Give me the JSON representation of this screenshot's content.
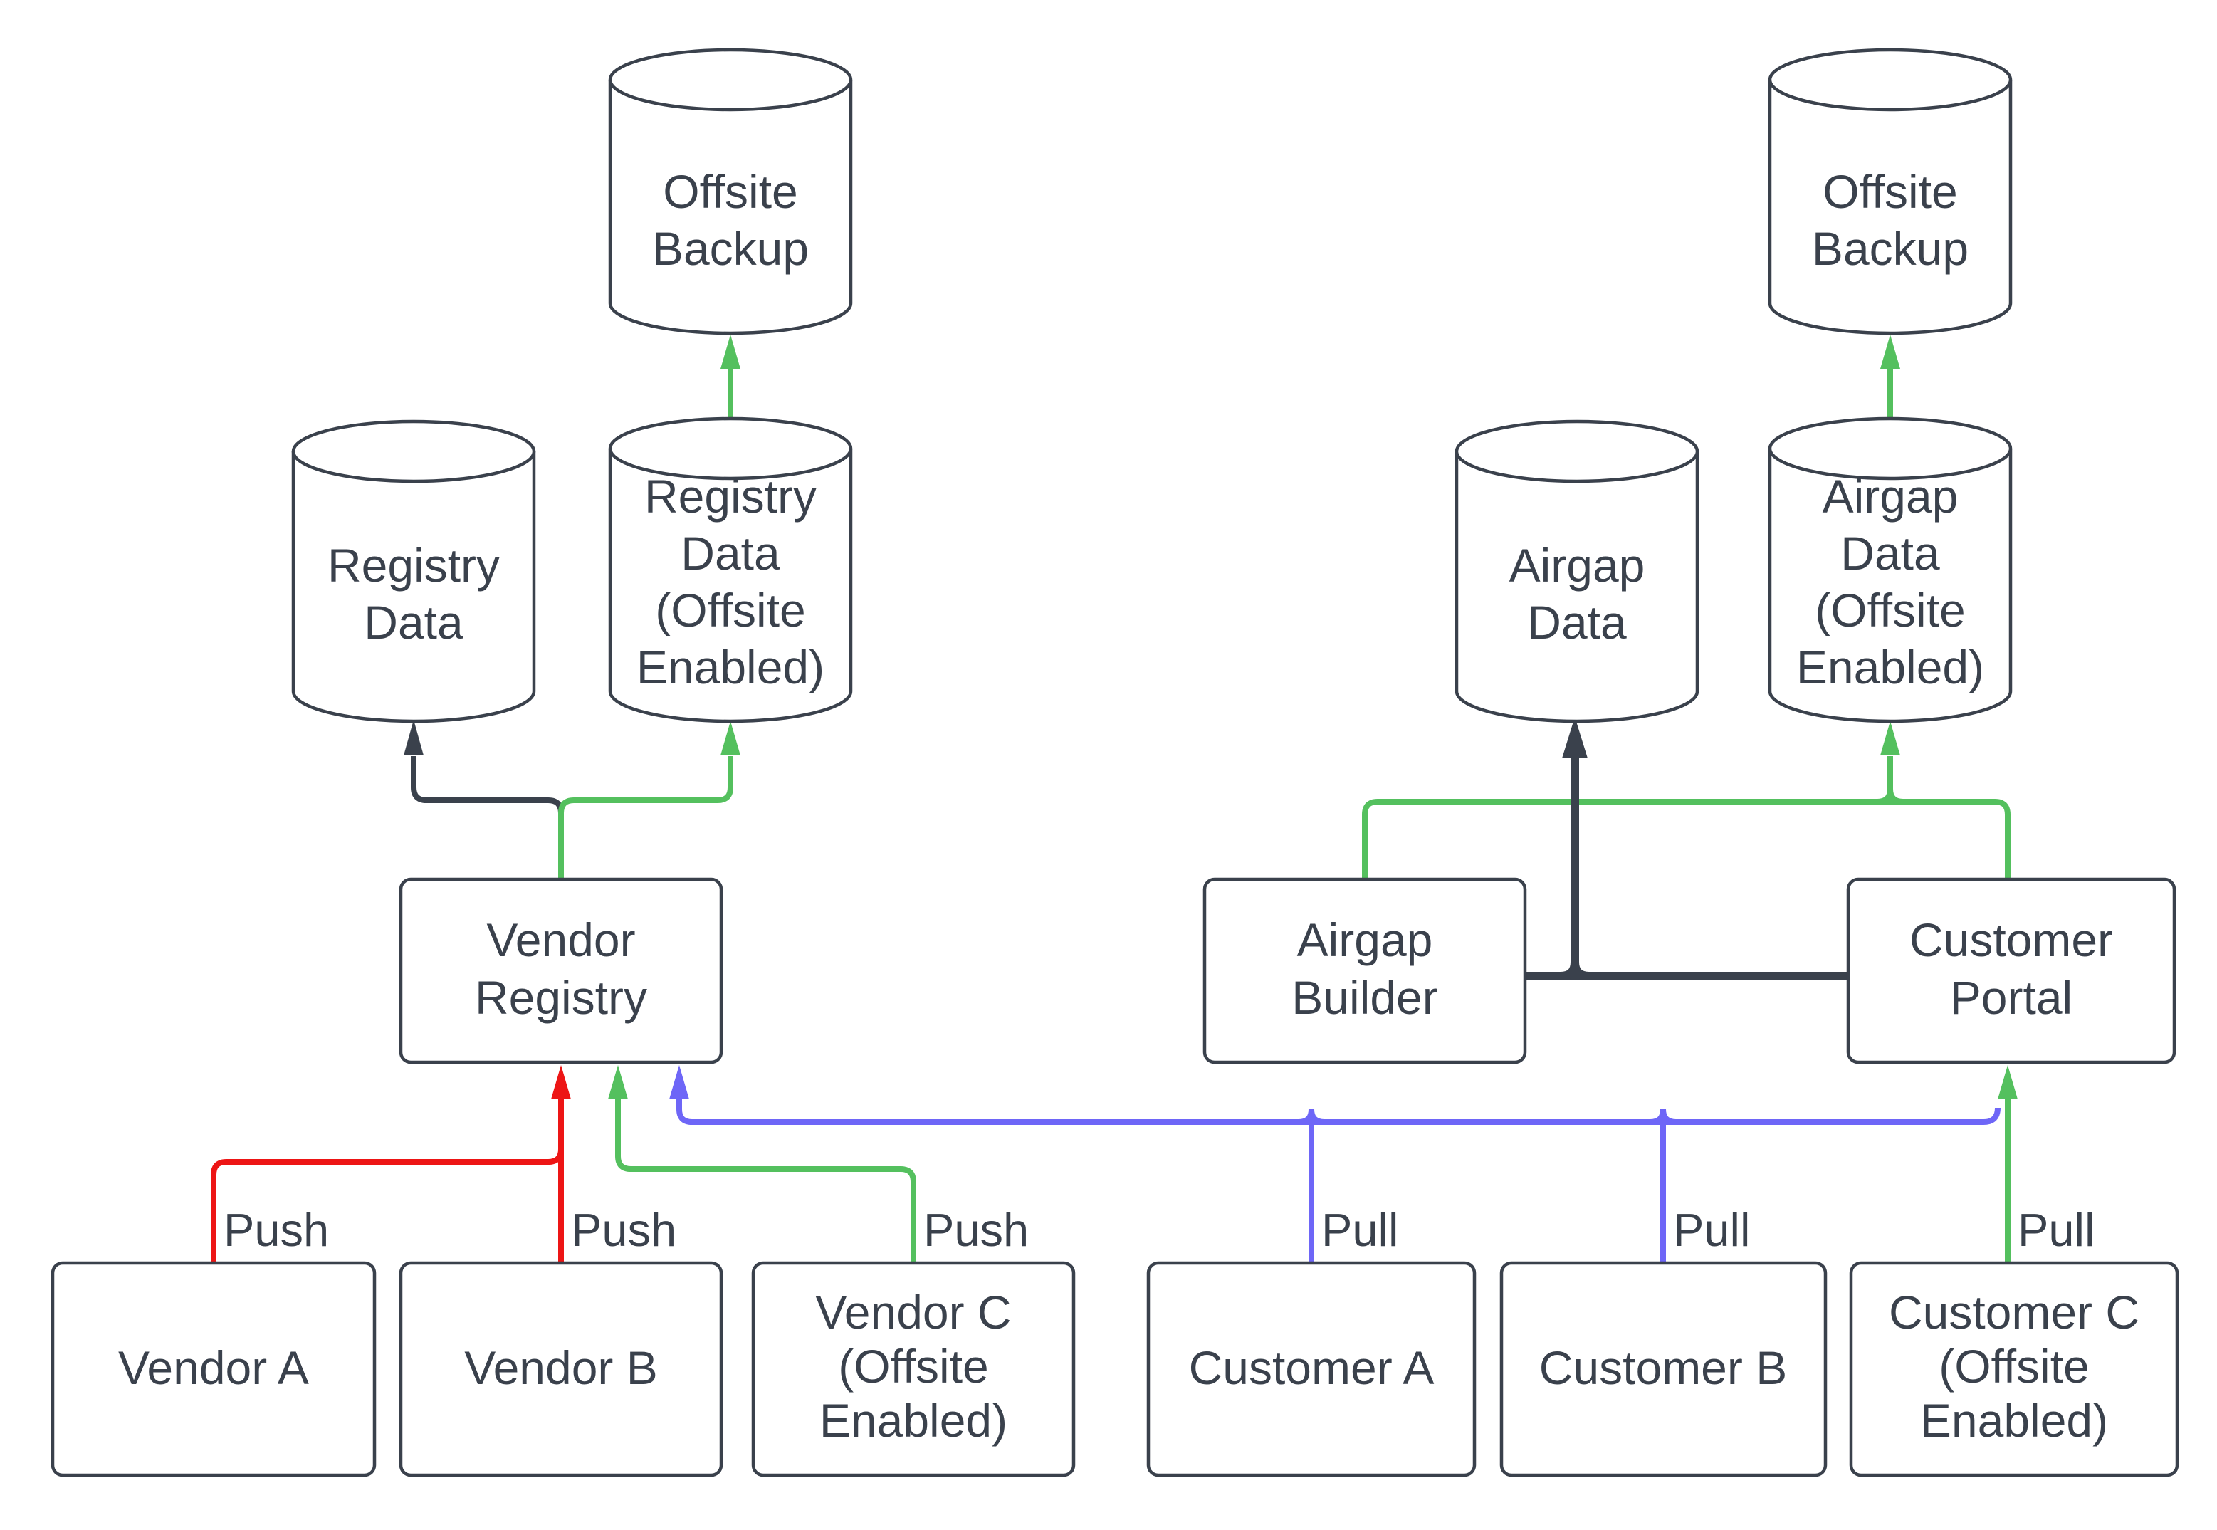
{
  "colors": {
    "dark": "#3A414C",
    "green": "#54C05E",
    "red": "#ED1515",
    "blue": "#6E66F7",
    "canvas": "#FFFFFF"
  },
  "nodes": {
    "offsite_backup_left": {
      "type": "cylinder",
      "lines": [
        "Offsite",
        "Backup"
      ]
    },
    "registry_data": {
      "type": "cylinder",
      "lines": [
        "Registry",
        "Data"
      ]
    },
    "registry_data_offsite": {
      "type": "cylinder",
      "lines": [
        "Registry",
        "Data",
        "(Offsite",
        "Enabled)"
      ]
    },
    "offsite_backup_right": {
      "type": "cylinder",
      "lines": [
        "Offsite",
        "Backup"
      ]
    },
    "airgap_data": {
      "type": "cylinder",
      "lines": [
        "Airgap",
        "Data"
      ]
    },
    "airgap_data_offsite": {
      "type": "cylinder",
      "lines": [
        "Airgap",
        "Data",
        "(Offsite",
        "Enabled)"
      ]
    },
    "vendor_registry": {
      "type": "box",
      "lines": [
        "Vendor",
        "Registry"
      ]
    },
    "airgap_builder": {
      "type": "box",
      "lines": [
        "Airgap",
        "Builder"
      ]
    },
    "customer_portal": {
      "type": "box",
      "lines": [
        "Customer",
        "Portal"
      ]
    },
    "vendor_a": {
      "type": "box",
      "lines": [
        "Vendor A"
      ]
    },
    "vendor_b": {
      "type": "box",
      "lines": [
        "Vendor B"
      ]
    },
    "vendor_c": {
      "type": "box",
      "lines": [
        "Vendor C",
        "(Offsite",
        "Enabled)"
      ]
    },
    "customer_a": {
      "type": "box",
      "lines": [
        "Customer A"
      ]
    },
    "customer_b": {
      "type": "box",
      "lines": [
        "Customer B"
      ]
    },
    "customer_c": {
      "type": "box",
      "lines": [
        "Customer C",
        "(Offsite",
        "Enabled)"
      ]
    }
  },
  "edge_labels": {
    "vendor_a_push": "Push",
    "vendor_b_push": "Push",
    "vendor_c_push": "Push",
    "customer_a_pull": "Pull",
    "customer_b_pull": "Pull",
    "customer_c_pull": "Pull"
  }
}
